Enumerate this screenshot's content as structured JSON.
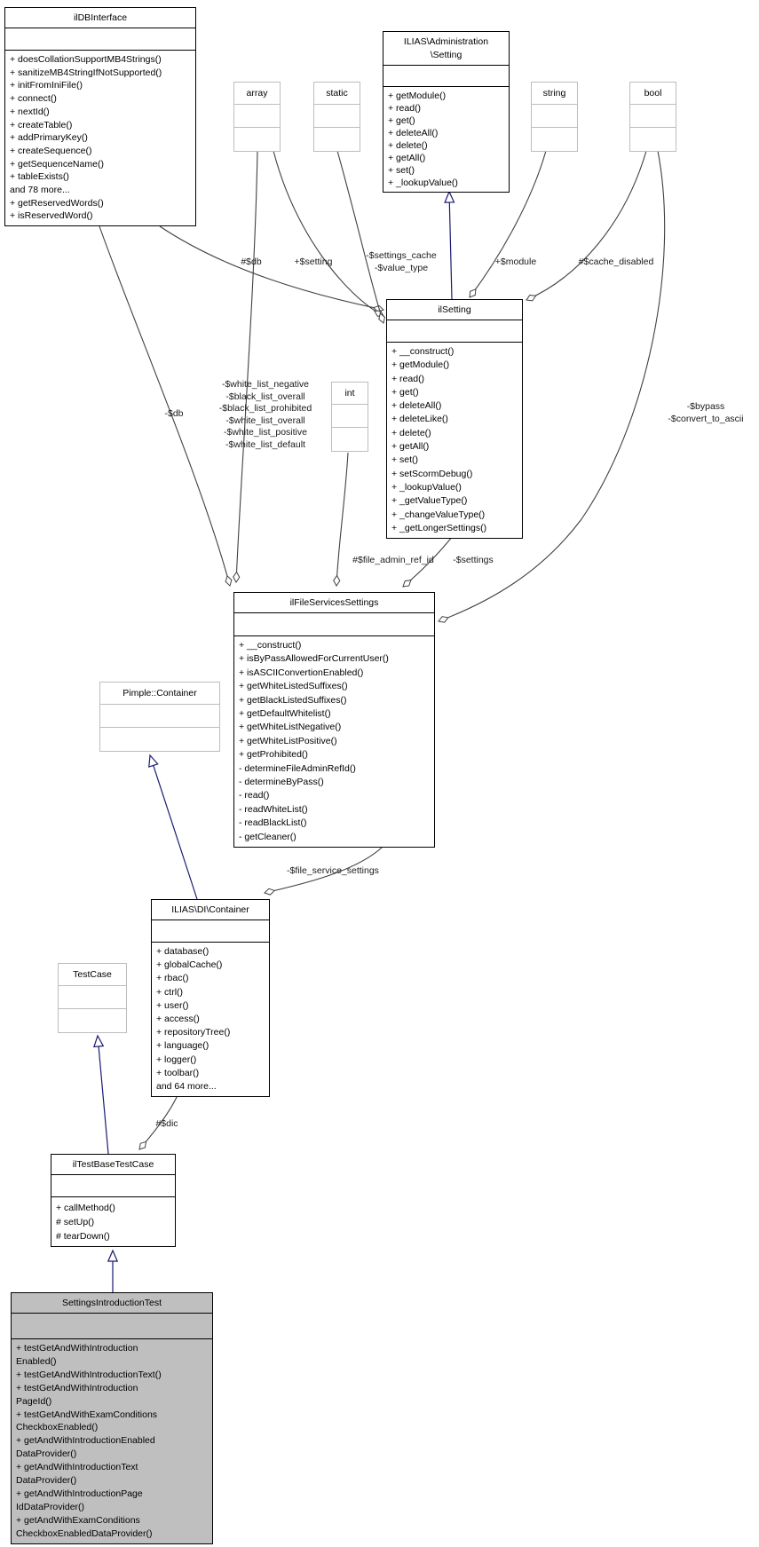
{
  "diagram": {
    "colors": {
      "edge_color": "#404040",
      "inherit_color": "#191970",
      "ext_border_color": "#bdbdbd",
      "current_fill": "#bfbfbf"
    },
    "classes": {
      "ildbinterface": {
        "name": "ilDBInterface",
        "methods": [
          "+ doesCollationSupportMB4Strings()",
          "+ sanitizeMB4StringIfNotSupported()",
          "+ initFromIniFile()",
          "+ connect()",
          "+ nextId()",
          "+ createTable()",
          "+ addPrimaryKey()",
          "+ createSequence()",
          "+ getSequenceName()",
          "+ tableExists()",
          "and 78 more...",
          "+ getReservedWords()",
          "+ isReservedWord()"
        ]
      },
      "admin_setting": {
        "name_lines": [
          "ILIAS\\Administration",
          "\\Setting"
        ],
        "methods": [
          "+ getModule()",
          "+ read()",
          "+ get()",
          "+ deleteAll()",
          "+ delete()",
          "+ getAll()",
          "+ set()",
          "+ _lookupValue()"
        ]
      },
      "array_type": {
        "name": "array"
      },
      "static_type": {
        "name": "static"
      },
      "string_type": {
        "name": "string"
      },
      "bool_type": {
        "name": "bool"
      },
      "int_type": {
        "name": "int"
      },
      "ilsetting": {
        "name": "ilSetting",
        "methods": [
          "+ __construct()",
          "+ getModule()",
          "+ read()",
          "+ get()",
          "+ deleteAll()",
          "+ deleteLike()",
          "+ delete()",
          "+ getAll()",
          "+ set()",
          "+ setScormDebug()",
          "+ _lookupValue()",
          "+ _getValueType()",
          "+ _changeValueType()",
          "+ _getLongerSettings()"
        ]
      },
      "ilfileservicessettings": {
        "name": "ilFileServicesSettings",
        "methods": [
          "+ __construct()",
          "+ isByPassAllowedForCurrentUser()",
          "+ isASCIIConvertionEnabled()",
          "+ getWhiteListedSuffixes()",
          "+ getBlackListedSuffixes()",
          "+ getDefaultWhitelist()",
          "+ getWhiteListNegative()",
          "+ getWhiteListPositive()",
          "+ getProhibited()",
          "- determineFileAdminRefId()",
          "- determineByPass()",
          "- read()",
          "- readWhiteList()",
          "- readBlackList()",
          "- getCleaner()"
        ]
      },
      "pimple_container": {
        "name": "Pimple::Container"
      },
      "di_container": {
        "name": "ILIAS\\DI\\Container",
        "methods": [
          "+ database()",
          "+ globalCache()",
          "+ rbac()",
          "+ ctrl()",
          "+ user()",
          "+ access()",
          "+ repositoryTree()",
          "+ language()",
          "+ logger()",
          "+ toolbar()",
          "and 64 more..."
        ]
      },
      "testcase": {
        "name": "TestCase"
      },
      "iltestbasetestcase": {
        "name": "ilTestBaseTestCase",
        "methods": [
          "+ callMethod()",
          "# setUp()",
          "# tearDown()"
        ]
      },
      "settingsintroductiontest": {
        "name": "SettingsIntroductionTest",
        "methods": [
          "+ testGetAndWithIntroduction",
          "Enabled()",
          "+ testGetAndWithIntroductionText()",
          "+ testGetAndWithIntroduction",
          "PageId()",
          "+ testGetAndWithExamConditions",
          "CheckboxEnabled()",
          "+ getAndWithIntroductionEnabled",
          "DataProvider()",
          "+ getAndWithIntroductionText",
          "DataProvider()",
          "+ getAndWithIntroductionPage",
          "IdDataProvider()",
          "+ getAndWithExamConditions",
          "CheckboxEnabledDataProvider()"
        ]
      }
    },
    "edge_labels": {
      "db": "#$db",
      "setting": "+$setting",
      "cache_value": [
        "-$settings_cache",
        "-$value_type"
      ],
      "module": "+$module",
      "cache_disabled": "#$cache_disabled",
      "db_private": "-$db",
      "whitelists": [
        "-$white_list_negative",
        "-$black_list_overall",
        "-$black_list_prohibited",
        "-$white_list_overall",
        "-$white_list_positive",
        "-$white_list_default"
      ],
      "file_admin_ref_id": "#$file_admin_ref_id",
      "settings": "-$settings",
      "bypass_convert": [
        "-$bypass",
        "-$convert_to_ascii"
      ],
      "file_service_settings": "-$file_service_settings",
      "dic": "#$dic"
    }
  }
}
